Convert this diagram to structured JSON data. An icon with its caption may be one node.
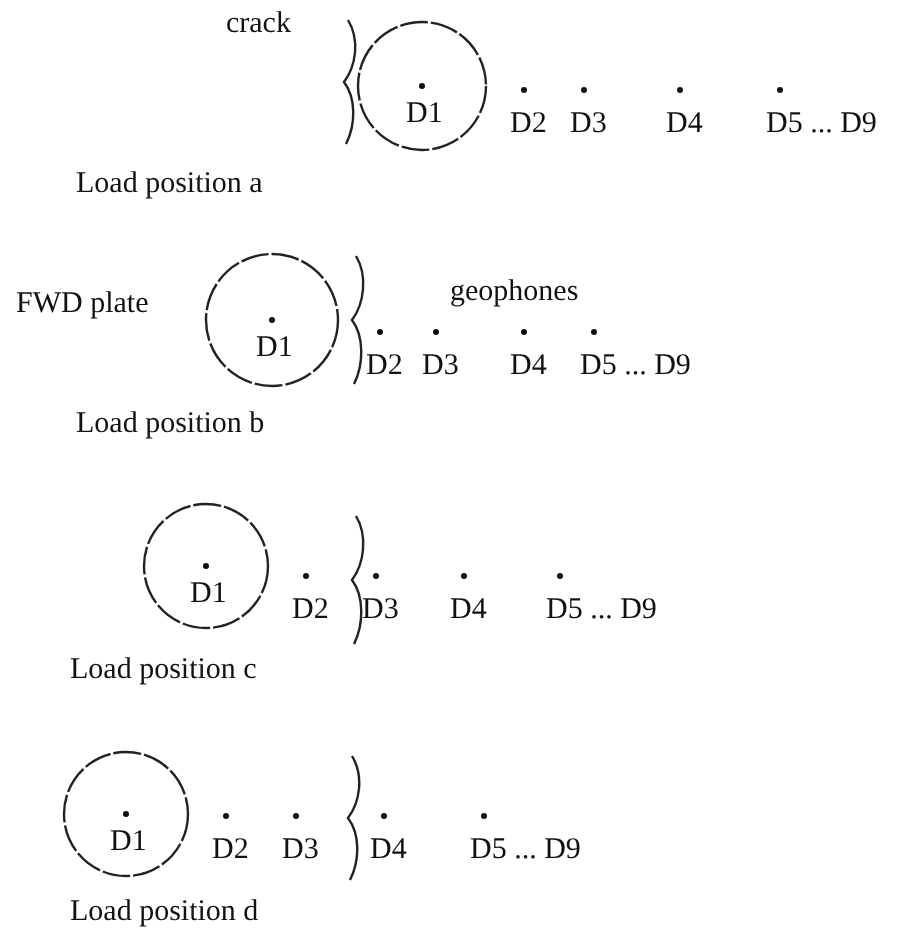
{
  "diagram": {
    "nodes": [
      {
        "text": [
          "D1"
        ]
      },
      {
        "text": [
          "D1"
        ]
      },
      {
        "text": [
          "D1"
        ]
      },
      {
        "text": [
          "D1"
        ]
      }
    ],
    "labels": [
      "crack",
      "D2",
      "D3",
      "D4",
      "D5 ... D9",
      "Load position a",
      "FWD plate",
      "geophones",
      "D2",
      "D3",
      "D4",
      "D5 ... D9",
      "Load position b",
      "D2",
      "D3",
      "D4",
      "D5 ... D9",
      "Load position c",
      "D2",
      "D3",
      "D4",
      "D5 ... D9",
      "Load position d"
    ]
  }
}
